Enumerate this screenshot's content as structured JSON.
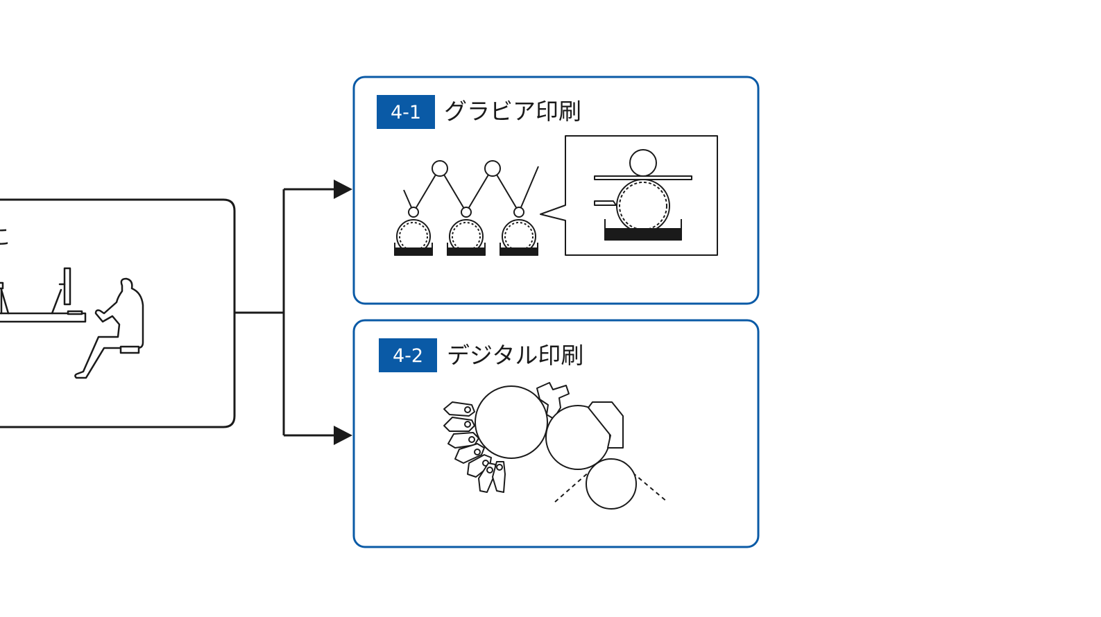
{
  "colors": {
    "accent": "#0a5aa6",
    "line": "#1a1a1a",
    "background": "#ffffff"
  },
  "source_box": {
    "partial_label": "こ",
    "illustration": "desk-worker-icon"
  },
  "panels": [
    {
      "number": "4-1",
      "title": "グラビア印刷",
      "illustration": "gravure-press-icon",
      "detail_illustration": "gravure-cylinder-detail-icon"
    },
    {
      "number": "4-2",
      "title": "デジタル印刷",
      "illustration": "digital-press-drum-icon"
    }
  ]
}
